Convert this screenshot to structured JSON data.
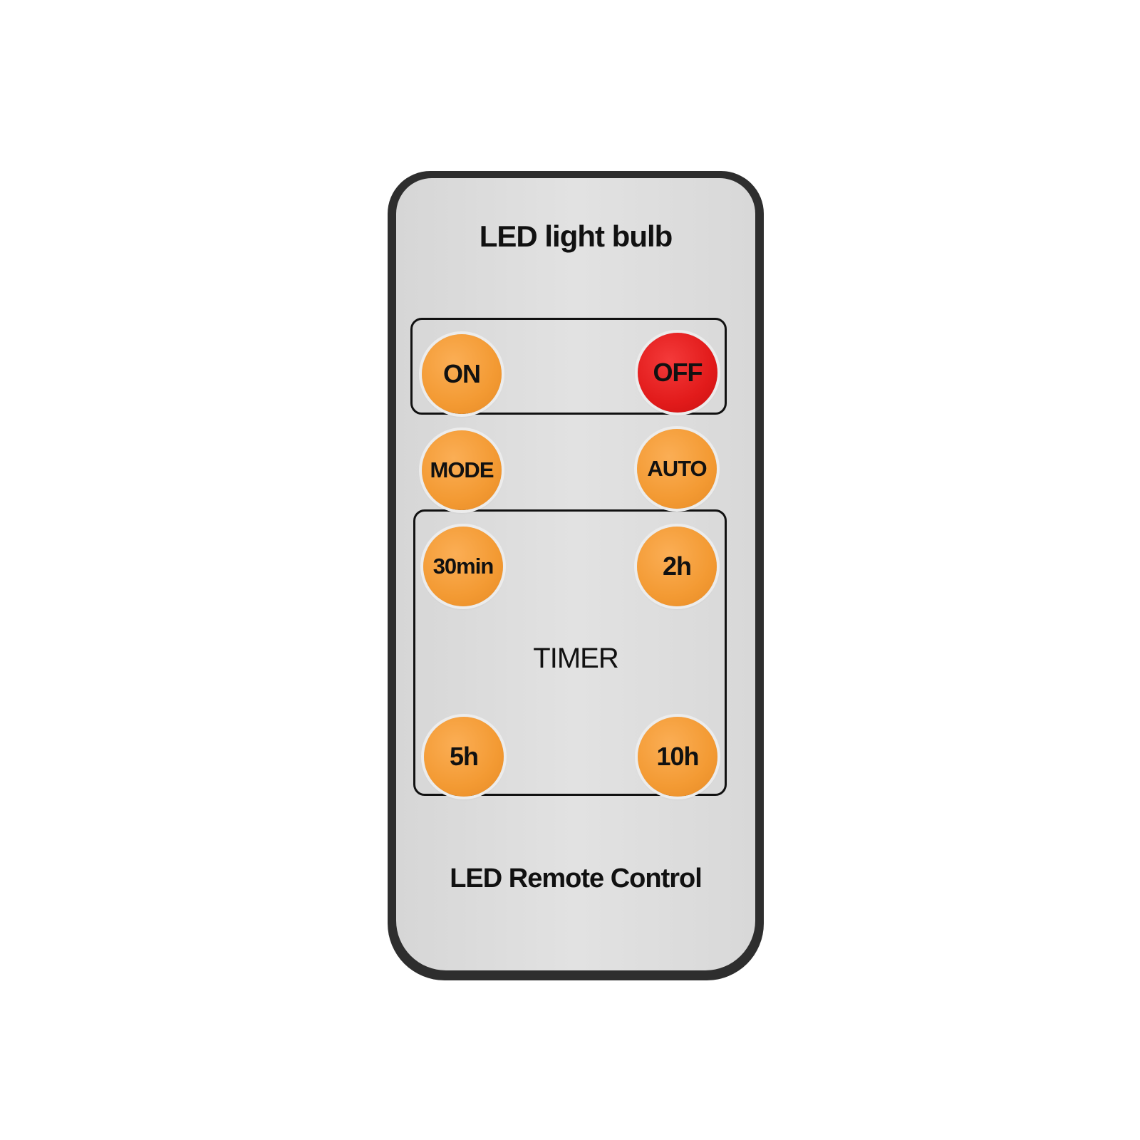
{
  "title": "LED light bulb",
  "footer": "LED Remote Control",
  "timer_label": "TIMER",
  "buttons": {
    "on": "ON",
    "off": "OFF",
    "mode": "MODE",
    "auto": "AUTO",
    "t30": "30min",
    "t2": "2h",
    "t5": "5h",
    "t10": "10h"
  },
  "colors": {
    "orange": "#f39a33",
    "red": "#e21b1b",
    "body": "#2e2e2e",
    "face": "#dcdcdc"
  }
}
